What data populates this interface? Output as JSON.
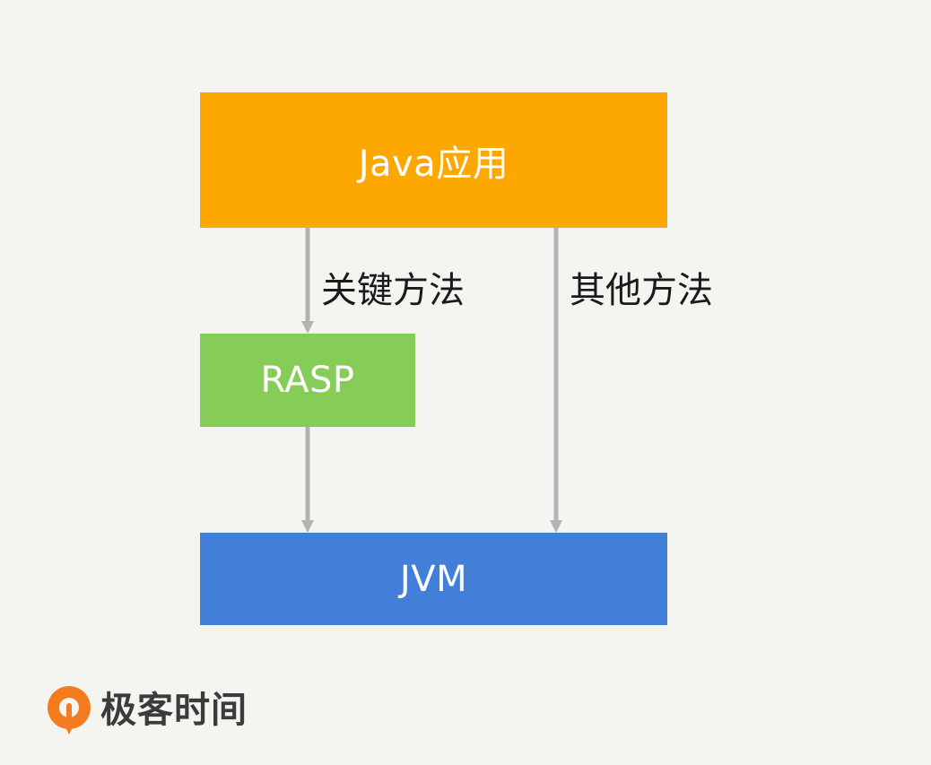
{
  "diagram": {
    "nodes": {
      "java_app": {
        "label": "Java应用"
      },
      "rasp": {
        "label": "RASP"
      },
      "jvm": {
        "label": "JVM"
      }
    },
    "edges": {
      "key_methods": {
        "label": "关键方法",
        "from": "java_app",
        "via": "rasp",
        "to": "jvm"
      },
      "other_methods": {
        "label": "其他方法",
        "from": "java_app",
        "to": "jvm"
      }
    }
  },
  "colors": {
    "background": "#f4f4f0",
    "java_app": "#fca800",
    "rasp": "#86cd58",
    "jvm": "#417fd8",
    "arrow": "#b3b3b3",
    "logo_orange": "#f57b20"
  },
  "brand": {
    "icon": "geekbang-logo-icon",
    "name": "极客时间"
  }
}
